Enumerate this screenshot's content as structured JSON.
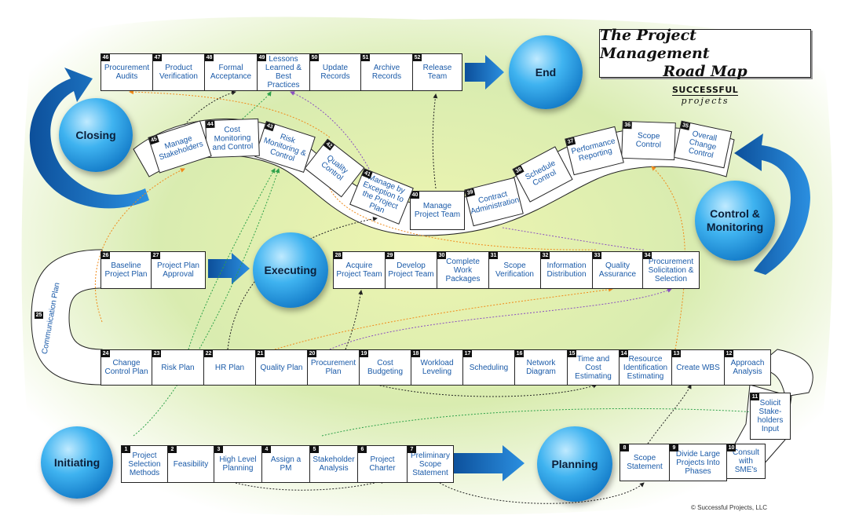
{
  "title": {
    "line1": "The Project Management",
    "line2": "Road Map"
  },
  "brand": {
    "line1": "SUCCESSFUL",
    "line2": "projects"
  },
  "copyright": "© Successful Projects, LLC",
  "phases": {
    "initiating": "Initiating",
    "planning": "Planning",
    "executing": "Executing",
    "control": "Control & Monitoring",
    "closing": "Closing",
    "end": "End"
  },
  "steps": {
    "s1": {
      "num": "1",
      "label": "Project Selection Methods"
    },
    "s2": {
      "num": "2",
      "label": "Feasibility"
    },
    "s3": {
      "num": "3",
      "label": "High Level Planning"
    },
    "s4": {
      "num": "4",
      "label": "Assign a PM"
    },
    "s5": {
      "num": "5",
      "label": "Stakeholder Analysis"
    },
    "s6": {
      "num": "6",
      "label": "Project Charter"
    },
    "s7": {
      "num": "7",
      "label": "Preliminary Scope Statement"
    },
    "s8": {
      "num": "8",
      "label": "Scope Statement"
    },
    "s9": {
      "num": "9",
      "label": "Divide Large Projects Into Phases"
    },
    "s10": {
      "num": "10",
      "label": "Consult with SME's"
    },
    "s11": {
      "num": "11",
      "label": "Solicit Stake-holders Input"
    },
    "s12": {
      "num": "12",
      "label": "Approach Analysis"
    },
    "s13": {
      "num": "13",
      "label": "Create WBS"
    },
    "s14": {
      "num": "14",
      "label": "Resource Identification Estimating"
    },
    "s15": {
      "num": "15",
      "label": "Time and Cost Estimating"
    },
    "s16": {
      "num": "16",
      "label": "Network Diagram"
    },
    "s17": {
      "num": "17",
      "label": "Scheduling"
    },
    "s18": {
      "num": "18",
      "label": "Workload Leveling"
    },
    "s19": {
      "num": "19",
      "label": "Cost Budgeting"
    },
    "s20": {
      "num": "20",
      "label": "Procurement Plan"
    },
    "s21": {
      "num": "21",
      "label": "Quality Plan"
    },
    "s22": {
      "num": "22",
      "label": "HR Plan"
    },
    "s23": {
      "num": "23",
      "label": "Risk Plan"
    },
    "s24": {
      "num": "24",
      "label": "Change Control Plan"
    },
    "s25": {
      "num": "25",
      "label": "Communication Plan"
    },
    "s26": {
      "num": "26",
      "label": "Baseline Project Plan"
    },
    "s27": {
      "num": "27",
      "label": "Project Plan Approval"
    },
    "s28": {
      "num": "28",
      "label": "Acquire Project Team"
    },
    "s29": {
      "num": "29",
      "label": "Develop Project Team"
    },
    "s30": {
      "num": "30",
      "label": "Complete Work Packages"
    },
    "s31": {
      "num": "31",
      "label": "Scope Verification"
    },
    "s32": {
      "num": "32",
      "label": "Information Distribution"
    },
    "s33": {
      "num": "33",
      "label": "Quality Assurance"
    },
    "s34": {
      "num": "34",
      "label": "Procurement Solicitation & Selection"
    },
    "s35": {
      "num": "35",
      "label": "Overall Change Control"
    },
    "s36": {
      "num": "36",
      "label": "Scope Control"
    },
    "s37": {
      "num": "37",
      "label": "Performance Reporting"
    },
    "s38": {
      "num": "38",
      "label": "Schedule Control"
    },
    "s39": {
      "num": "39",
      "label": "Contract Administration"
    },
    "s40": {
      "num": "40",
      "label": "Manage Project Team"
    },
    "s41": {
      "num": "41",
      "label": "Manage by Exception to the Project Plan"
    },
    "s42": {
      "num": "42",
      "label": "Quality Control"
    },
    "s43": {
      "num": "43",
      "label": "Risk Monitoring & Control"
    },
    "s44": {
      "num": "44",
      "label": "Cost Monitoring and Control"
    },
    "s45": {
      "num": "45",
      "label": "Manage Stakeholders"
    },
    "s46": {
      "num": "46",
      "label": "Procurement Audits"
    },
    "s47": {
      "num": "47",
      "label": "Product Verification"
    },
    "s48": {
      "num": "48",
      "label": "Formal Acceptance"
    },
    "s49": {
      "num": "49",
      "label": "Lessons Learned & Best Practices"
    },
    "s50": {
      "num": "50",
      "label": "Update Records"
    },
    "s51": {
      "num": "51",
      "label": "Archive Records"
    },
    "s52": {
      "num": "52",
      "label": "Release Team"
    }
  },
  "colors": {
    "road_text": "#1a5aa8",
    "background_yellow": "#e8f09a",
    "background_green": "#c7e6b6",
    "phase_blue": "#1f8fd8",
    "arrow_blue": "#1a6fc0",
    "link_orange": "#f08a1a",
    "link_green": "#2ea14a",
    "link_purple": "#8a4fc0",
    "link_black": "#222222"
  }
}
